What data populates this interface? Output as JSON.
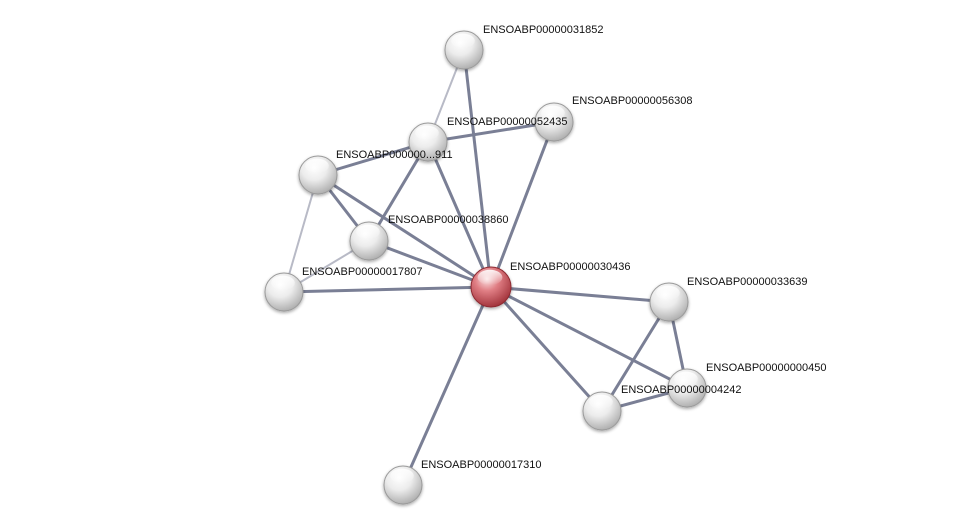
{
  "colors": {
    "edge_strong": "#7a7f95",
    "edge_weak": "#b8bac6",
    "node_default": "#e2e2e2",
    "node_query": "#cf4f59"
  },
  "nodes": [
    {
      "id": "n31852",
      "label": "ENSOABP00000031852",
      "query": false
    },
    {
      "id": "n56308",
      "label": "ENSOABP00000056308",
      "query": false
    },
    {
      "id": "n52435",
      "label": "ENSOABP00000052435",
      "query": false
    },
    {
      "id": "n911",
      "label": "ENSOABP000000...911",
      "query": false
    },
    {
      "id": "n38860",
      "label": "ENSOABP00000038860",
      "query": false
    },
    {
      "id": "n17807",
      "label": "ENSOABP00000017807",
      "query": false
    },
    {
      "id": "n30436",
      "label": "ENSOABP00000030436",
      "query": true
    },
    {
      "id": "n33639",
      "label": "ENSOABP00000033639",
      "query": false
    },
    {
      "id": "n450",
      "label": "ENSOABP00000000450",
      "query": false
    },
    {
      "id": "n4242",
      "label": "ENSOABP00000004242",
      "query": false
    },
    {
      "id": "n17310",
      "label": "ENSOABP00000017310",
      "query": false
    }
  ],
  "edges": [
    {
      "source": "n31852",
      "target": "n52435",
      "strength": "weak"
    },
    {
      "source": "n31852",
      "target": "n30436",
      "strength": "strong"
    },
    {
      "source": "n56308",
      "target": "n52435",
      "strength": "strong"
    },
    {
      "source": "n56308",
      "target": "n30436",
      "strength": "strong"
    },
    {
      "source": "n52435",
      "target": "n911",
      "strength": "strong"
    },
    {
      "source": "n52435",
      "target": "n38860",
      "strength": "strong"
    },
    {
      "source": "n52435",
      "target": "n30436",
      "strength": "strong"
    },
    {
      "source": "n911",
      "target": "n38860",
      "strength": "strong"
    },
    {
      "source": "n911",
      "target": "n30436",
      "strength": "strong"
    },
    {
      "source": "n911",
      "target": "n17807",
      "strength": "weak"
    },
    {
      "source": "n38860",
      "target": "n30436",
      "strength": "strong"
    },
    {
      "source": "n38860",
      "target": "n17807",
      "strength": "weak"
    },
    {
      "source": "n17807",
      "target": "n30436",
      "strength": "strong"
    },
    {
      "source": "n30436",
      "target": "n33639",
      "strength": "strong"
    },
    {
      "source": "n30436",
      "target": "n450",
      "strength": "strong"
    },
    {
      "source": "n30436",
      "target": "n4242",
      "strength": "strong"
    },
    {
      "source": "n30436",
      "target": "n17310",
      "strength": "strong"
    },
    {
      "source": "n33639",
      "target": "n450",
      "strength": "strong"
    },
    {
      "source": "n33639",
      "target": "n4242",
      "strength": "strong"
    },
    {
      "source": "n450",
      "target": "n4242",
      "strength": "strong"
    }
  ]
}
